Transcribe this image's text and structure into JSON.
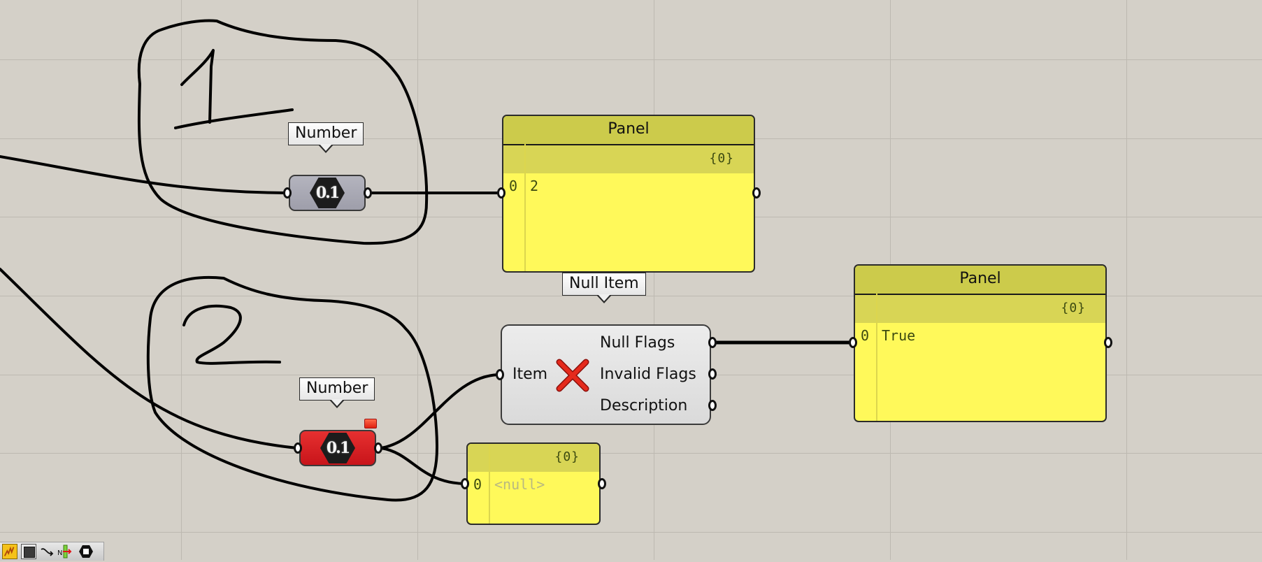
{
  "canvas": {
    "background": "#d4d0c8",
    "annotations": [
      "1",
      "2"
    ]
  },
  "nodes": {
    "number_1": {
      "tooltip": "Number",
      "icon_text": "0.1",
      "state": "normal"
    },
    "number_2": {
      "tooltip": "Number",
      "icon_text": "0.1",
      "state": "error",
      "has_warning_flag": true
    },
    "panel_top": {
      "title": "Panel",
      "path": "{0}",
      "rows": [
        {
          "index": "0",
          "value": "2"
        }
      ]
    },
    "null_item": {
      "tooltip": "Null Item",
      "input": "Item",
      "outputs": [
        "Null Flags",
        "Invalid Flags",
        "Description"
      ],
      "icon": "red-x-icon"
    },
    "panel_right": {
      "title": "Panel",
      "path": "{0}",
      "rows": [
        {
          "index": "0",
          "value": "True"
        }
      ]
    },
    "panel_small": {
      "title": "",
      "path": "{0}",
      "rows": [
        {
          "index": "0",
          "value": "<null>"
        }
      ]
    }
  },
  "toolbar": {
    "icons": [
      "preview-shaded-icon",
      "preview-wireframe-icon",
      "wire-display-icon",
      "data-flow-icon",
      "hexagon-component-icon"
    ]
  },
  "colors": {
    "panel_yellow": "#fff95a",
    "panel_header": "#cccb4b",
    "error_red": "#d8181e",
    "node_grey": "#a8a8b4"
  }
}
